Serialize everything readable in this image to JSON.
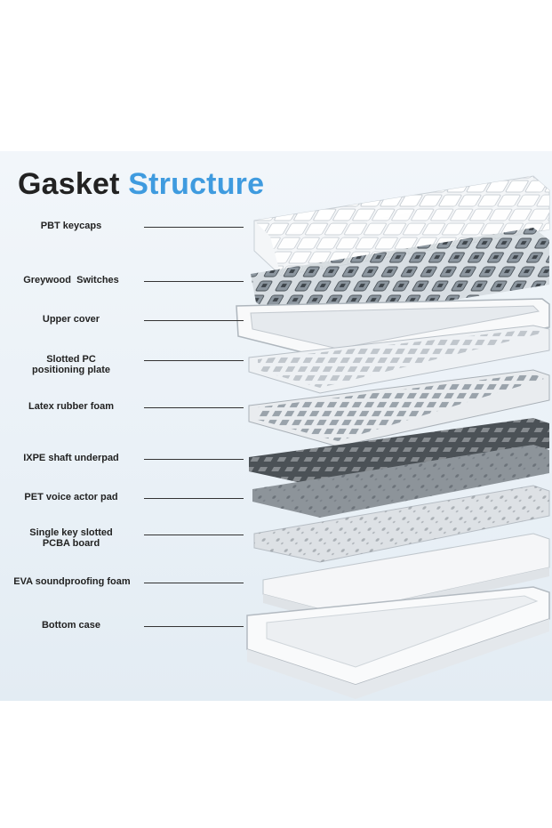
{
  "title": {
    "part1": "Gasket",
    "part2": "Structure"
  },
  "accent_color": "#3f9bdf",
  "layers": [
    {
      "name": "PBT keycaps"
    },
    {
      "name": "Greywood  Switches"
    },
    {
      "name": "Upper cover"
    },
    {
      "name": "Slotted PC\npositioning plate"
    },
    {
      "name": "Latex rubber foam"
    },
    {
      "name": "IXPE shaft underpad"
    },
    {
      "name": "PET voice actor pad"
    },
    {
      "name": "Single key slotted\nPCBA board"
    },
    {
      "name": "EVA soundproofing foam"
    },
    {
      "name": "Bottom case"
    }
  ]
}
